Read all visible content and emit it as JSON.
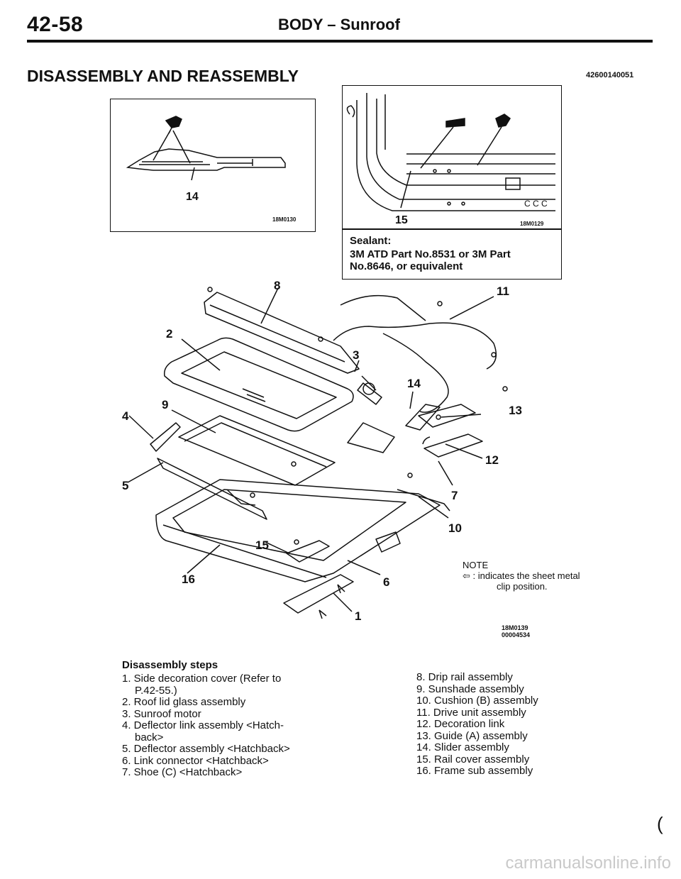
{
  "header": {
    "page_number": "42-58",
    "title": "BODY – Sunroof"
  },
  "section": {
    "title": "DISASSEMBLY AND REASSEMBLY",
    "ref_code": "42600140051"
  },
  "inset1": {
    "callout": "14",
    "code": "18M0130"
  },
  "inset2": {
    "callout": "15",
    "code": "18M0129",
    "sealant_label": "Sealant:",
    "sealant_text": "3M ATD Part No.8531 or 3M Part No.8646, or equivalent"
  },
  "diagram": {
    "callouts": [
      "1",
      "2",
      "3",
      "4",
      "5",
      "6",
      "7",
      "8",
      "9",
      "10",
      "11",
      "12",
      "13",
      "14",
      "15",
      "16"
    ],
    "codes": [
      "18M0139",
      "00004534"
    ]
  },
  "note": {
    "title": "NOTE",
    "arrow_symbol": "⇦",
    "text_line1": ": indicates the sheet metal",
    "text_line2": "clip position."
  },
  "steps": {
    "title": "Disassembly steps",
    "left": [
      "1. Side decoration cover (Refer to",
      "P.42-55.)",
      "2. Roof lid glass assembly",
      "3. Sunroof motor",
      "4. Deflector link assembly <Hatch-",
      "back>",
      "5. Deflector assembly <Hatchback>",
      "6. Link connector <Hatchback>",
      "7. Shoe (C) <Hatchback>"
    ],
    "right": [
      "8. Drip rail assembly",
      "9. Sunshade assembly",
      "10. Cushion (B) assembly",
      "11. Drive unit assembly",
      "12. Decoration link",
      "13. Guide (A) assembly",
      "14. Slider assembly",
      "15. Rail cover assembly",
      "16. Frame sub assembly"
    ]
  },
  "watermark": "carmanualsonline.info",
  "margin_mark": "("
}
